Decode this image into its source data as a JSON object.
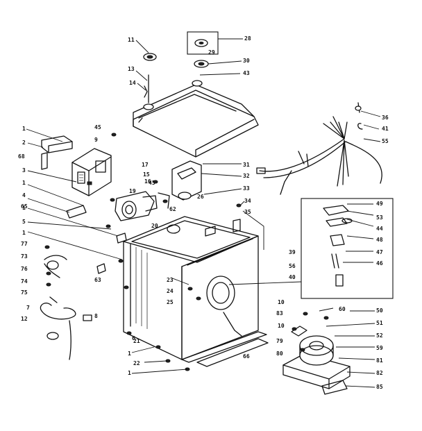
{
  "diagram": {
    "callouts": [
      "1",
      "2",
      "3",
      "4",
      "5",
      "6",
      "7",
      "8",
      "9",
      "10",
      "11",
      "12",
      "13",
      "14",
      "15",
      "16",
      "17",
      "19",
      "20",
      "21",
      "22",
      "23",
      "24",
      "25",
      "26",
      "28",
      "29",
      "30",
      "31",
      "32",
      "33",
      "34",
      "35",
      "36",
      "39",
      "40",
      "41",
      "43",
      "44",
      "45",
      "46",
      "47",
      "48",
      "49",
      "50",
      "51",
      "52",
      "53",
      "55",
      "56",
      "59",
      "60",
      "62",
      "63",
      "65",
      "66",
      "68",
      "73",
      "74",
      "75",
      "76",
      "77",
      "79",
      "80",
      "81",
      "82",
      "83",
      "85"
    ]
  }
}
